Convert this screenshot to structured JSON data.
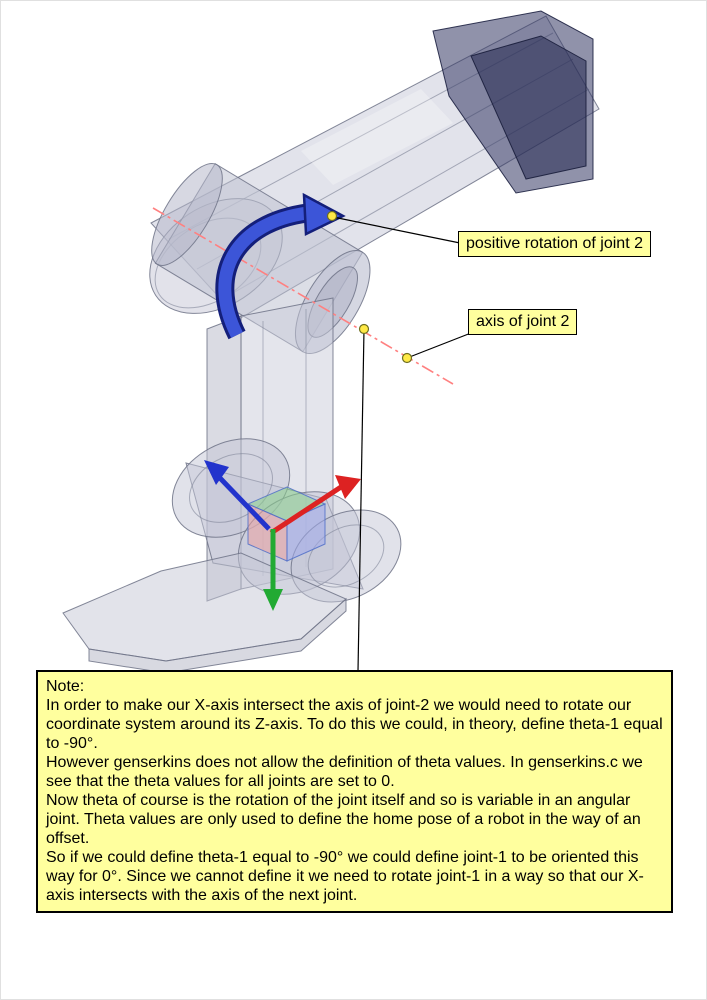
{
  "callouts": {
    "positive_rotation": {
      "label": "positive rotation of joint 2"
    },
    "axis": {
      "label": "axis of joint 2"
    }
  },
  "note": {
    "title": "Note:",
    "paragraphs": [
      "In order to make our X-axis intersect the axis of joint-2 we would need to rotate our coordinate system around its Z-axis. To do this we could, in theory,  define theta-1 equal to -90°.",
      "However genserkins does not allow the definition of theta values. In genserkins.c we see that the theta values for all joints are set to 0.",
      "Now theta of course is the rotation of the joint itself and so is variable in an angular joint. Theta values are only used to define the home pose of a robot in the way of an offset.",
      "So if we could define theta-1 equal to -90° we could define joint-1  to be oriented this way for 0°.  Since we cannot define it we need to rotate joint-1 in a way so that our X-axis intersects with the axis of the next joint."
    ]
  },
  "colors": {
    "annotation_bg": "#ffff9e",
    "annotation_border": "#000000",
    "axis_x": "#dd2222",
    "axis_y": "#22aa33",
    "axis_z": "#2233cc",
    "rotation_arrow": "#3c55d8",
    "joint_axis_line": "#ff8080",
    "marker_dot": "#ffe946"
  }
}
